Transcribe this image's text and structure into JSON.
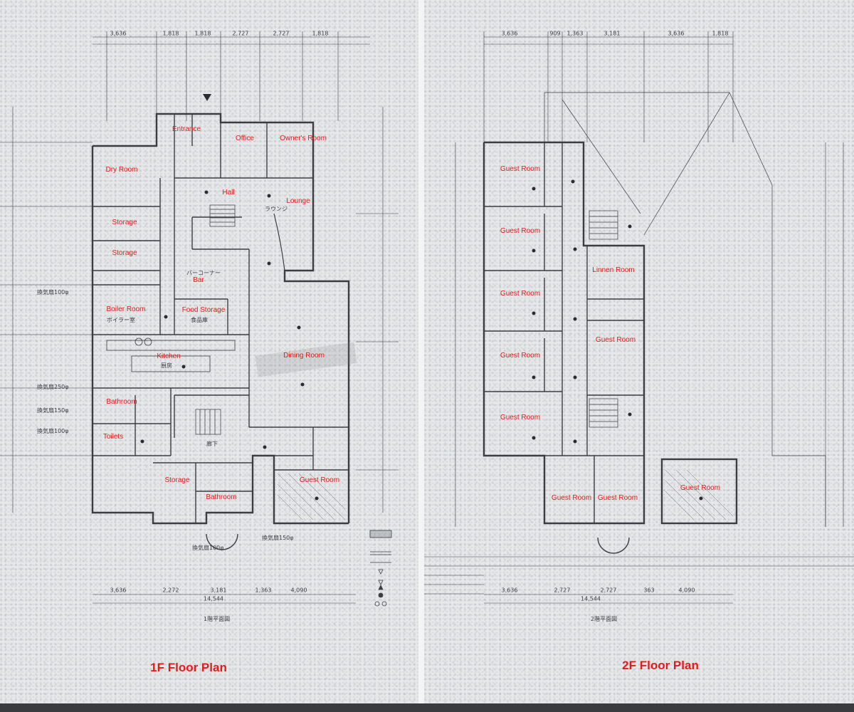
{
  "floor_1": {
    "title": "1F Floor Plan",
    "rooms": {
      "entrance": "Entrance",
      "office": "Office",
      "owners_room": "Owner's Room",
      "dry_room": "Dry Room",
      "hall": "Hall",
      "lounge": "Lounge",
      "storage_1": "Storage",
      "storage_2": "Storage",
      "bar": "Bar",
      "boiler_room": "Boiler Room",
      "food_storage": "Food Storage",
      "kitchen": "Kitchen",
      "dining_room": "Dining Room",
      "bathroom_1": "Bathroom",
      "toilets": "Toilets",
      "storage_3": "Storage",
      "bathroom_2": "Bathroom",
      "guest_room": "Guest Room"
    },
    "notes": {
      "lounge_jp": "ラウンジ",
      "bar_jp": "バーコーナー",
      "boiler_jp": "ボイラー室",
      "food_jp": "食品庫",
      "kitchen_jp": "厨房",
      "corridor_jp": "廊下",
      "vent_1": "換気扇100φ",
      "vent_2": "換気扇250φ",
      "vent_3": "換気扇150φ",
      "vent_4": "換気扇100φ",
      "vent_5": "換気扇150φ",
      "vent_6": "換気扇100φ",
      "caption": "1階平面図"
    },
    "dims_top": [
      "3,636",
      "1,818",
      "1,818",
      "2,727",
      "2,727",
      "1,818"
    ],
    "dims_bottom": [
      "3,636",
      "2,272",
      "3,181",
      "1,363",
      "4,090"
    ],
    "dim_total": "14,544"
  },
  "floor_2": {
    "title": "2F Floor Plan",
    "rooms": {
      "guest_room_1": "Guest Room",
      "guest_room_2": "Guest Room",
      "guest_room_3": "Guest Room",
      "guest_room_4": "Guest Room",
      "guest_room_5": "Guest Room",
      "linnen_room": "Linnen Room",
      "guest_room_6": "Guest Room",
      "guest_room_7": "Guest Room",
      "guest_room_8": "Guest Room",
      "guest_room_9": "Guest Room"
    },
    "notes": {
      "caption": "2階平面図"
    },
    "dims_top": [
      "3,636",
      "909",
      "1,363",
      "3,181",
      "3,636",
      "1,818"
    ],
    "dims_bottom": [
      "3,636",
      "2,727",
      "2,727",
      "363",
      "4,090"
    ],
    "dim_total": "14,544"
  },
  "colors": {
    "label": "#e41b1b",
    "line": "#3b3d42",
    "paper": "#e6e8ea"
  }
}
